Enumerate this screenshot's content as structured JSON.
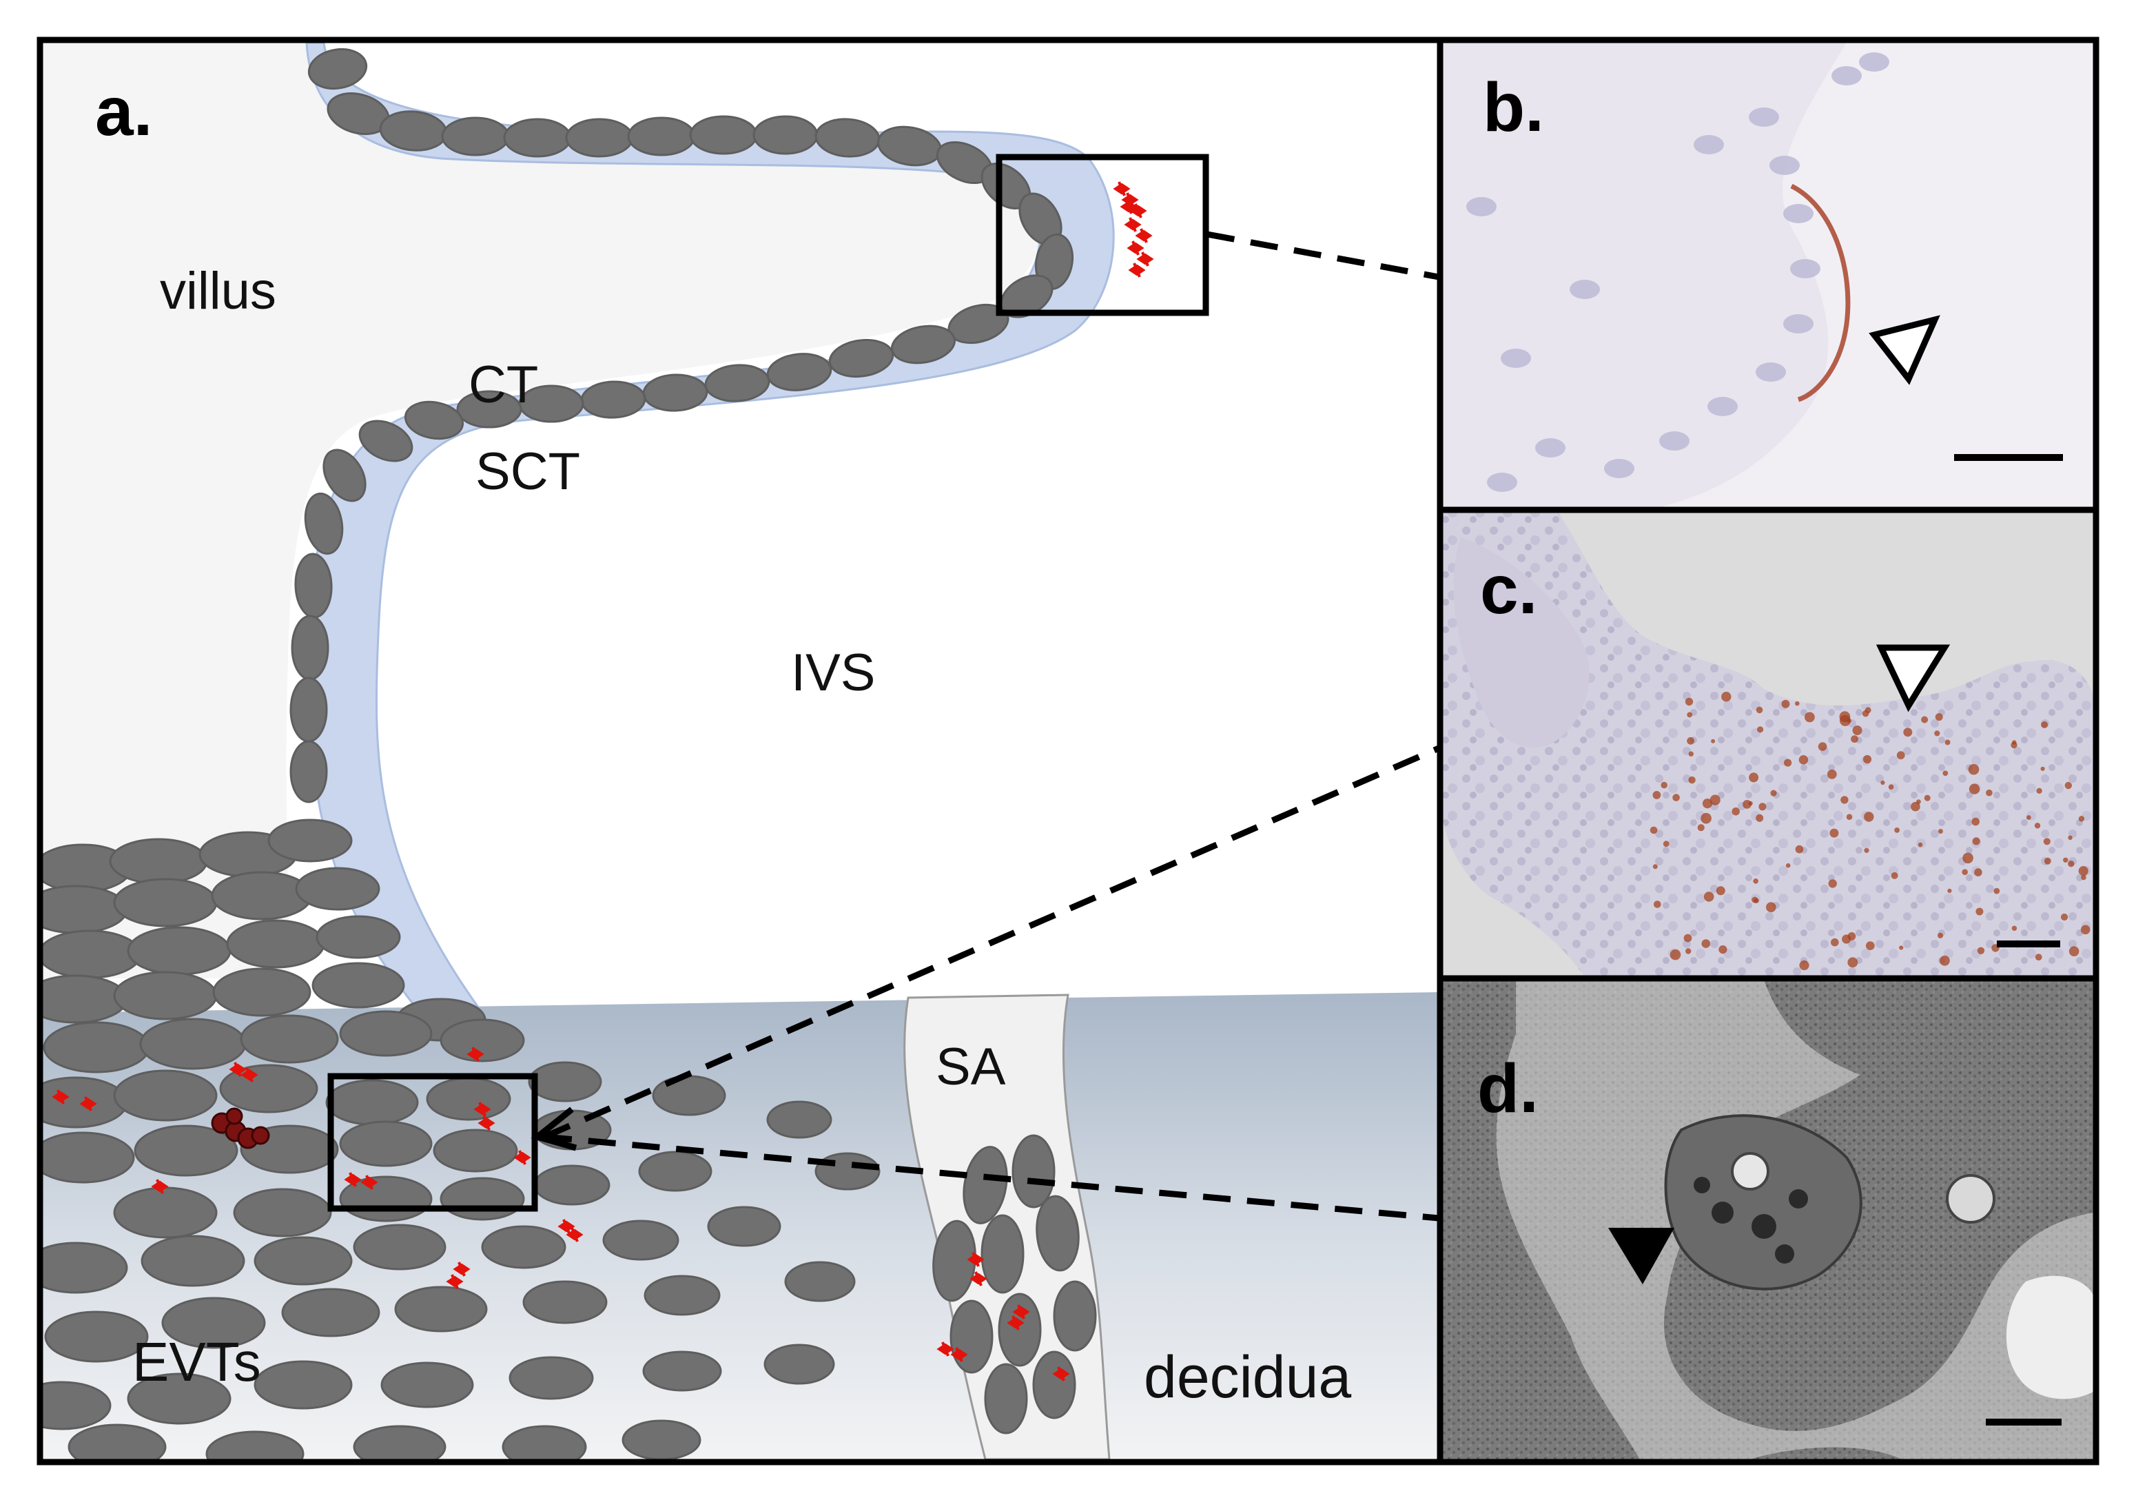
{
  "panels": {
    "a": {
      "letter": "a."
    },
    "b": {
      "letter": "b."
    },
    "c": {
      "letter": "c."
    },
    "d": {
      "letter": "d."
    }
  },
  "labels": {
    "villus": "villus",
    "ct": "CT",
    "sct": "SCT",
    "ivs": "IVS",
    "sa": "SA",
    "evts": "EVTs",
    "decidua": "decidua"
  },
  "colors": {
    "cell": "#707070",
    "cell_stroke": "#5e5e5e",
    "syncytium": "#c9d6ee",
    "decidua_top": "#a9b7c8",
    "decidua_bottom": "#f2f2f2",
    "marker": "#e3120b",
    "dark_marker": "#7a1212",
    "frame": "#000000"
  },
  "icons": {
    "open_arrowhead": "open-triangle-arrowhead",
    "filled_arrowhead": "filled-triangle-arrowhead"
  }
}
